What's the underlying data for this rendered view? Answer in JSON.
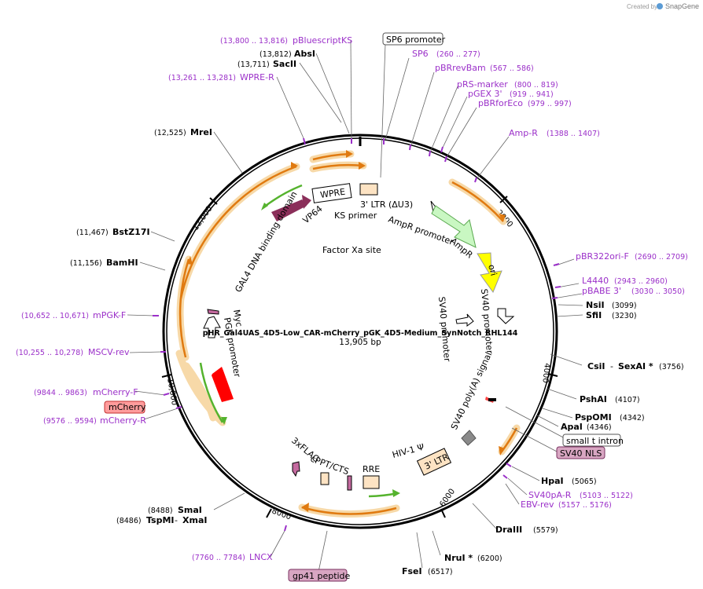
{
  "credit": "Created by",
  "brand": "SnapGene",
  "plasmid": {
    "name": "pHR_Gal4UAS_4D5-Low_CAR-mCherry_pGK_4D5-Medium_SynNotch_RHL144",
    "length": "13,905 bp"
  },
  "ticks": [
    "2000",
    "4000",
    "6000",
    "8000",
    "10,000",
    "12,000"
  ],
  "sites_left": [
    {
      "range": "(13,800 .. 13,816)",
      "name": "pBluescriptKS"
    },
    {
      "coord": "(13,812)",
      "name": "AbsI"
    },
    {
      "coord": "(13,711)",
      "name": "SacII"
    },
    {
      "range": "(13,261 .. 13,281)",
      "name": "WPRE-R"
    },
    {
      "coord": "(12,525)",
      "name": "MreI"
    },
    {
      "coord": "(11,467)",
      "name": "BstZ17I"
    },
    {
      "coord": "(11,156)",
      "name": "BamHI"
    },
    {
      "range": "(10,652 .. 10,671)",
      "name": "mPGK-F"
    },
    {
      "range": "(10,255 .. 10,278)",
      "name": "MSCV-rev"
    },
    {
      "range": "(9844 .. 9863)",
      "name": "mCherry-F"
    },
    {
      "name": "mCherry"
    },
    {
      "range": "(9576 .. 9594)",
      "name": "mCherry-R"
    },
    {
      "coord": "(8488)",
      "name": "SmaI"
    },
    {
      "coord": "(8486)",
      "name": "TspMI",
      "extra": "XmaI"
    },
    {
      "range": "(7760 .. 7784)",
      "name": "LNCX"
    },
    {
      "name": "gp41 peptide"
    }
  ],
  "sites_right": [
    {
      "name": "SP6 promoter"
    },
    {
      "name": "SP6",
      "range": "(260 .. 277)"
    },
    {
      "name": "pBRrevBam",
      "range": "(567 .. 586)"
    },
    {
      "name": "pRS-marker",
      "range": "(800 .. 819)"
    },
    {
      "name": "pGEX 3'",
      "range": "(919 .. 941)"
    },
    {
      "name": "pBRforEco",
      "range": "(979 .. 997)"
    },
    {
      "name": "Amp-R",
      "range": "(1388 .. 1407)"
    },
    {
      "name": "pBR322ori-F",
      "range": "(2690 .. 2709)"
    },
    {
      "name": "L4440",
      "range": "(2943 .. 2960)"
    },
    {
      "name": "pBABE 3'",
      "range": "(3030 .. 3050)"
    },
    {
      "name": "NsiI",
      "coord": "(3099)"
    },
    {
      "name": "SfiI",
      "coord": "(3230)"
    },
    {
      "name": "CsiI",
      "extra": "SexAI *",
      "coord": "(3756)"
    },
    {
      "name": "PshAI",
      "coord": "(4107)"
    },
    {
      "name": "PspOMI",
      "coord": "(4342)"
    },
    {
      "name": "ApaI",
      "coord": "(4346)"
    },
    {
      "name": "small t intron"
    },
    {
      "name": "SV40 NLS"
    },
    {
      "name": "HpaI",
      "coord": "(5065)"
    },
    {
      "name": "SV40pA-R",
      "range": "(5103 .. 5122)"
    },
    {
      "name": "EBV-rev",
      "range": "(5157 .. 5176)"
    },
    {
      "name": "DraIII",
      "coord": "(5579)"
    },
    {
      "name": "NruI *",
      "coord": "(6200)"
    },
    {
      "name": "FseI",
      "coord": "(6517)"
    }
  ],
  "features": [
    "WPRE",
    "VP64",
    "3' LTR (ΔU3)",
    "KS primer",
    "AmpR promoter",
    "AmpR",
    "Factor Xa site",
    "GAL4 DNA binding domain",
    "ori",
    "SV40 promoter",
    "SV40 promoter",
    "Myc",
    "PGK promoter",
    "SV40 poly(A) signal",
    "HIV-1 Ψ",
    "3' LTR",
    "RRE",
    "cPPT/CTS",
    "3xFLAG"
  ],
  "colors": {
    "primer": "#9b30c9",
    "backbone": "#000000",
    "highlight": "#f7d9a8",
    "box_fill": "#ffe0c8",
    "ltr": "#fde3c3",
    "ampr": "#c9f7c2",
    "ori": "#ffff00",
    "mcherry_arrow": "#ff0000",
    "gal4": "#8b2f5a",
    "green_arrow": "#55b32e",
    "orange_arrow": "#e07a10"
  }
}
